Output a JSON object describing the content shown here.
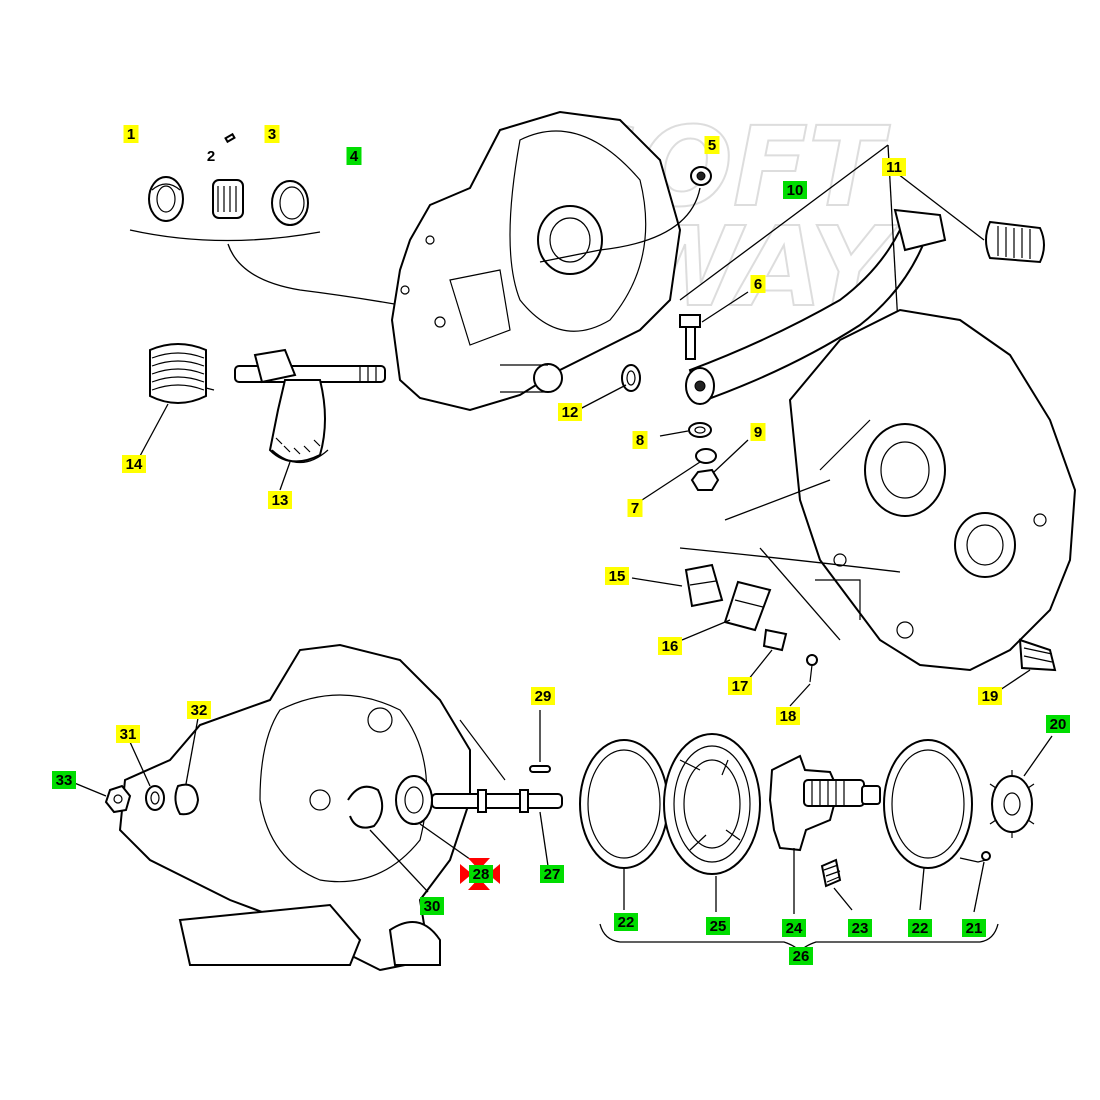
{
  "watermark": {
    "line1": "SOFT",
    "line2": "WAY"
  },
  "colors": {
    "yellow": "#ffff00",
    "green": "#00dd00",
    "marker": "#ff0000"
  },
  "labels": [
    {
      "id": "1",
      "num": "1",
      "color": "yellow"
    },
    {
      "id": "2",
      "num": "2",
      "color": "none"
    },
    {
      "id": "3",
      "num": "3",
      "color": "yellow"
    },
    {
      "id": "4",
      "num": "4",
      "color": "green"
    },
    {
      "id": "5",
      "num": "5",
      "color": "yellow"
    },
    {
      "id": "6",
      "num": "6",
      "color": "yellow"
    },
    {
      "id": "7",
      "num": "7",
      "color": "yellow"
    },
    {
      "id": "8",
      "num": "8",
      "color": "yellow"
    },
    {
      "id": "9",
      "num": "9",
      "color": "yellow"
    },
    {
      "id": "10",
      "num": "10",
      "color": "green"
    },
    {
      "id": "11",
      "num": "11",
      "color": "yellow"
    },
    {
      "id": "12",
      "num": "12",
      "color": "yellow"
    },
    {
      "id": "13",
      "num": "13",
      "color": "yellow"
    },
    {
      "id": "14",
      "num": "14",
      "color": "yellow"
    },
    {
      "id": "15",
      "num": "15",
      "color": "yellow"
    },
    {
      "id": "16",
      "num": "16",
      "color": "yellow"
    },
    {
      "id": "17",
      "num": "17",
      "color": "yellow"
    },
    {
      "id": "18",
      "num": "18",
      "color": "yellow"
    },
    {
      "id": "19",
      "num": "19",
      "color": "yellow"
    },
    {
      "id": "20",
      "num": "20",
      "color": "green"
    },
    {
      "id": "21",
      "num": "21",
      "color": "green"
    },
    {
      "id": "22a",
      "num": "22",
      "color": "green"
    },
    {
      "id": "22b",
      "num": "22",
      "color": "green"
    },
    {
      "id": "23",
      "num": "23",
      "color": "green"
    },
    {
      "id": "24",
      "num": "24",
      "color": "green"
    },
    {
      "id": "25",
      "num": "25",
      "color": "green"
    },
    {
      "id": "26",
      "num": "26",
      "color": "green"
    },
    {
      "id": "27",
      "num": "27",
      "color": "green"
    },
    {
      "id": "28",
      "num": "28",
      "color": "green"
    },
    {
      "id": "29",
      "num": "29",
      "color": "yellow"
    },
    {
      "id": "30",
      "num": "30",
      "color": "green"
    },
    {
      "id": "31",
      "num": "31",
      "color": "yellow"
    },
    {
      "id": "32",
      "num": "32",
      "color": "yellow"
    },
    {
      "id": "33",
      "num": "33",
      "color": "green"
    }
  ]
}
